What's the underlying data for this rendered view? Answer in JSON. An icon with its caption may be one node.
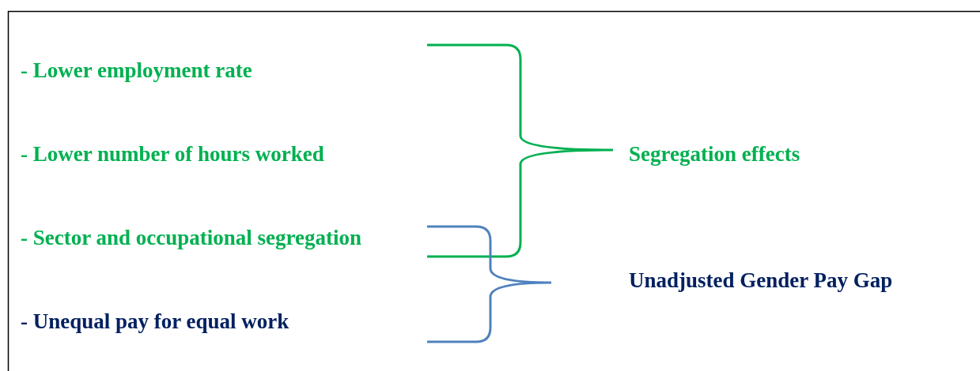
{
  "diagram": {
    "labels": [
      "- Lower employment rate",
      "- Lower number of hours worked",
      "Segregation effects",
      "- Sector and occupational segregation",
      "Unadjusted Gender Pay Gap",
      "- Unequal pay for equal work"
    ]
  }
}
